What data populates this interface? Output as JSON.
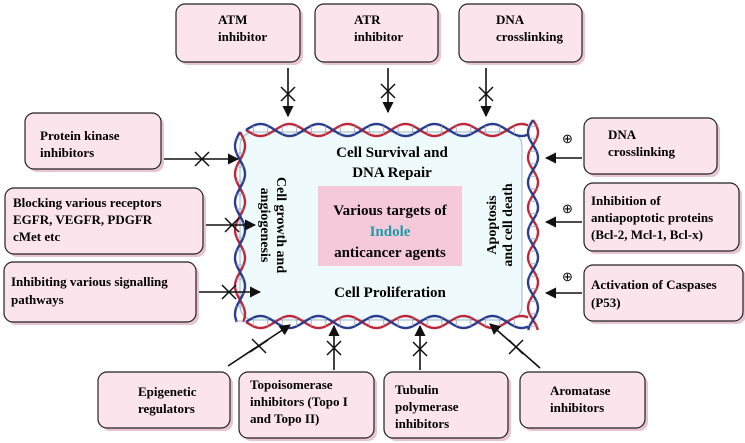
{
  "colors": {
    "box_fill": "#fbe4ec",
    "box_stroke": "#222222",
    "box_shadow": "#e8c4d2",
    "center_fill": "#eefafc",
    "target_fill": "#f6c9da",
    "indole": "#1f9aa6",
    "dna_red": "#c0283a",
    "dna_blue": "#2a3d8f",
    "arrow": "#111111"
  },
  "center": {
    "top_line1": "Cell Survival and",
    "top_line2": "DNA Repair",
    "left_line1": "Cell growth and",
    "left_line2": "angiogenesis",
    "right_line1": "Apoptosis",
    "right_line2": "and cell death",
    "bottom": "Cell Proliferation",
    "target_line1": "Various targets of",
    "target_indole": "Indole",
    "target_line3": "anticancer agents"
  },
  "boxes": {
    "atm": [
      "ATM",
      "inhibitor"
    ],
    "atr": [
      "ATR",
      "inhibitor"
    ],
    "dna_top": [
      "DNA",
      "crosslinking"
    ],
    "pki": [
      "Protein kinase",
      "inhibitors"
    ],
    "receptors": [
      "Blocking various receptors",
      "EGFR, VEGFR, PDGFR",
      "cMet etc"
    ],
    "signalling": [
      "Inhibiting various signalling",
      "pathways"
    ],
    "dna_right": [
      "DNA",
      "crosslinking"
    ],
    "antiapoptotic": [
      "Inhibition of",
      "antiapoptotic proteins",
      "(Bcl-2, Mcl-1, Bcl-x)"
    ],
    "caspases": [
      "Activation of Caspases",
      "(P53)"
    ],
    "epigenetic": [
      "Epigenetic",
      "regulators"
    ],
    "topo": [
      "Topoisomerase",
      "inhibitors (Topo I",
      "and Topo II)"
    ],
    "tubulin": [
      "Tubulin",
      "polymerase",
      "inhibitors"
    ],
    "aromatase": [
      "Aromatase",
      "inhibitors"
    ]
  },
  "plus_symbol": "⊕"
}
